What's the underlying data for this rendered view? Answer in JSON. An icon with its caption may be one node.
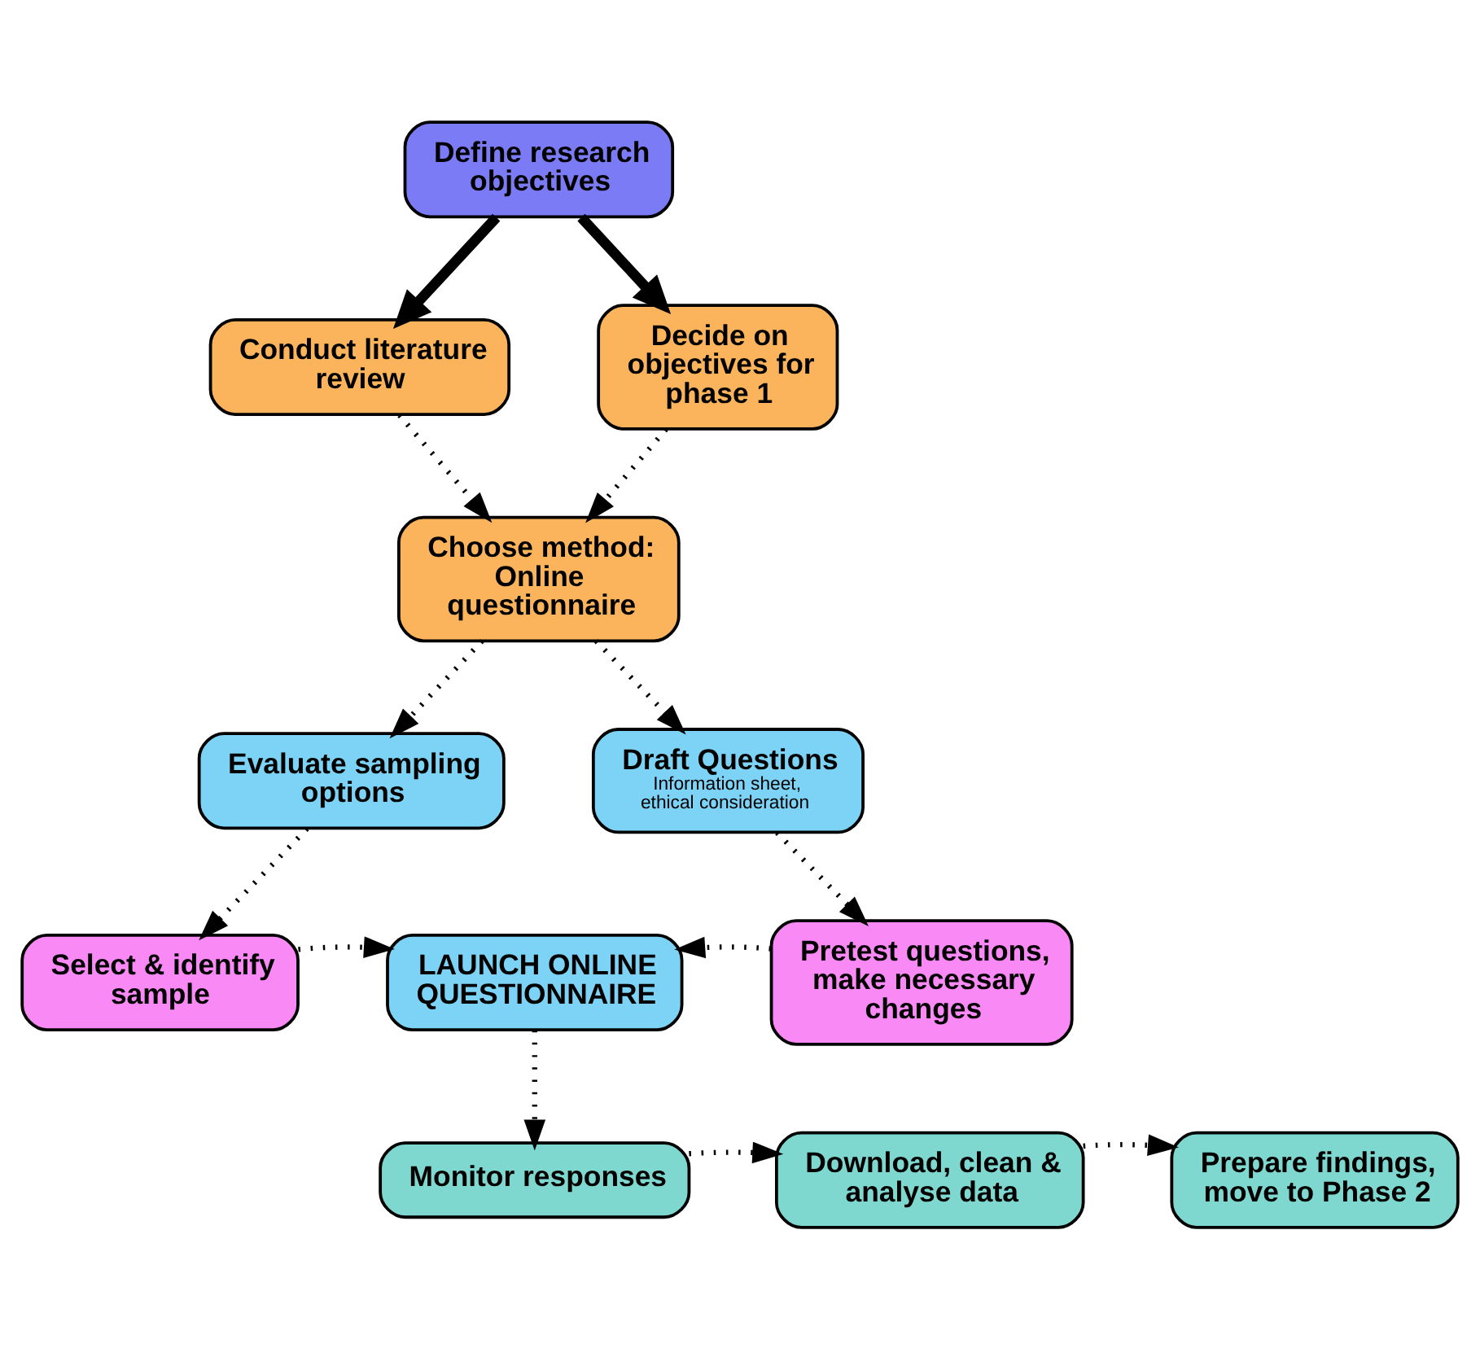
{
  "diagram": {
    "nodes": [
      {
        "text": [
          "Define research objectives"
        ]
      },
      {
        "text": [
          "Conduct literature review"
        ]
      },
      {
        "text": [
          "Decide on objectives for phase 1"
        ]
      },
      {
        "text": [
          "Choose method: Online questionnaire"
        ]
      },
      {
        "text": [
          "Evaluate sampling options"
        ]
      },
      {
        "text": [
          "Draft Questions",
          "Information sheet, ethical consideration"
        ]
      },
      {
        "text": [
          "Select & identify sample"
        ]
      },
      {
        "text": [
          "LAUNCH ONLINE QUESTIONNAIRE"
        ]
      },
      {
        "text": [
          "Pretest questions, make necessary changes"
        ]
      },
      {
        "text": [
          "Monitor responses"
        ]
      },
      {
        "text": [
          "Download, clean & analyse data"
        ]
      },
      {
        "text": [
          "Prepare findings, move to Phase 2"
        ]
      }
    ],
    "edges": [
      {
        "from": 0,
        "to": 1,
        "arrow": "to",
        "style": "thick"
      },
      {
        "from": 0,
        "to": 2,
        "arrow": "to",
        "style": "thick"
      },
      {
        "from": 1,
        "to": 3,
        "arrow": "to",
        "style": "dashed"
      },
      {
        "from": 2,
        "to": 3,
        "arrow": "to",
        "style": "dashed"
      },
      {
        "from": 3,
        "to": 4,
        "arrow": "to",
        "style": "dashed"
      },
      {
        "from": 3,
        "to": 5,
        "arrow": "to",
        "style": "dashed"
      },
      {
        "from": 4,
        "to": 6,
        "arrow": "to",
        "style": "dashed"
      },
      {
        "from": 5,
        "to": 8,
        "arrow": "to",
        "style": "dashed"
      },
      {
        "from": 6,
        "to": 7,
        "arrow": "to",
        "style": "dashed"
      },
      {
        "from": 8,
        "to": 7,
        "arrow": "to",
        "style": "dashed"
      },
      {
        "from": 7,
        "to": 9,
        "arrow": "to",
        "style": "dashed"
      },
      {
        "from": 9,
        "to": 10,
        "arrow": "to",
        "style": "dashed"
      },
      {
        "from": 10,
        "to": 11,
        "arrow": "to",
        "style": "dashed"
      }
    ]
  }
}
